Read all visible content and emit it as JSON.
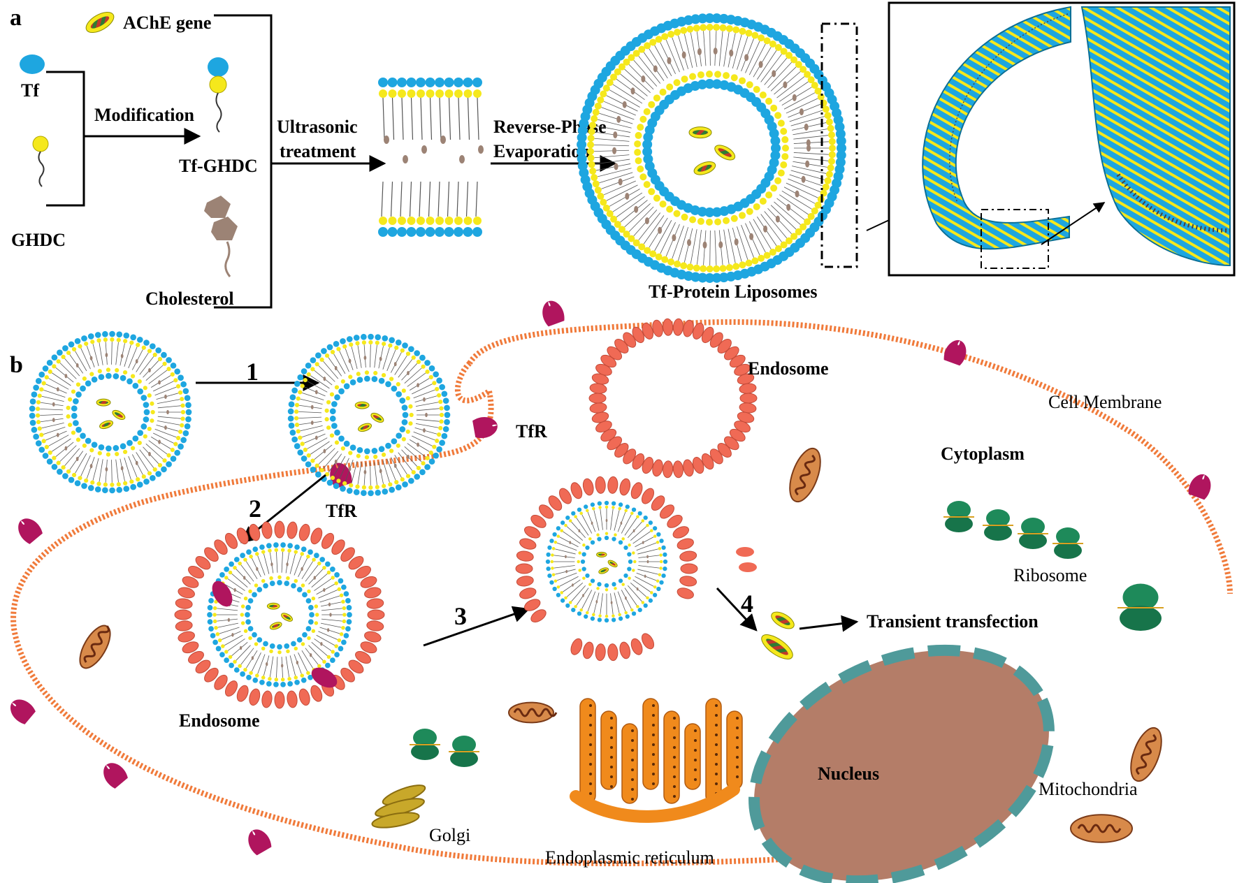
{
  "panel_a": {
    "label": "a",
    "ache_gene": "AChE gene",
    "tf": "Tf",
    "ghdc": "GHDC",
    "modification": "Modification",
    "tf_ghdc": "Tf-GHDC",
    "cholesterol": "Cholesterol",
    "ultrasonic_line1": "Ultrasonic",
    "ultrasonic_line2": "treatment",
    "reverse_line1": "Reverse-Phase",
    "reverse_line2": "Evaporation",
    "liposome_title": "Tf-Protein Liposomes"
  },
  "panel_b": {
    "label": "b",
    "step1": "1",
    "step2": "2",
    "step3": "3",
    "step4": "4",
    "tfr_top": "TfR",
    "tfr_mid": "TfR",
    "endosome_top": "Endosome",
    "endosome_left": "Endosome",
    "cell_membrane": "Cell Membrane",
    "cytoplasm": "Cytoplasm",
    "ribosome": "Ribosome",
    "transient": "Transient transfection",
    "nucleus": "Nucleus",
    "mitochondria": "Mitochondria",
    "golgi": "Golgi",
    "er": "Endoplasmic reticulum"
  },
  "colors": {
    "tf_blue": "#1ea6e0",
    "ghdc_yellow": "#f5e81c",
    "endosome_red": "#f06a55",
    "tfr_magenta": "#b0155e",
    "nucleus_brown": "#b47d68",
    "nucleus_border": "#4f9a9a",
    "ribosome_green": "#1e8a5a",
    "er_orange": "#f08a1c",
    "golgi_yellow": "#c8a82a",
    "mito_brown": "#a8552a"
  }
}
